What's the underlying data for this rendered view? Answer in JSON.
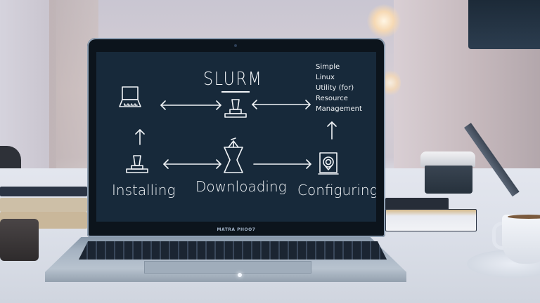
{
  "scene": {
    "description": "Laptop on a desk displaying a hand-drawn SLURM workflow diagram",
    "laptop_brand_label": "MATRA PHOO7"
  },
  "diagram": {
    "title": "SLURM",
    "acronym_expansion": [
      "Simple",
      "Linux",
      "Utility (for)",
      "Resource",
      "Management"
    ],
    "nodes": [
      {
        "id": "laptop",
        "icon": "laptop-icon",
        "label": ""
      },
      {
        "id": "server-top",
        "icon": "server-icon",
        "label": ""
      },
      {
        "id": "installing",
        "icon": "server-icon",
        "label": "Installing"
      },
      {
        "id": "downloading",
        "icon": "hourglass-antenna-icon",
        "label": "Downloading"
      },
      {
        "id": "configuring",
        "icon": "drive-icon",
        "label": "Configuring"
      }
    ],
    "arrows": [
      {
        "from": "laptop",
        "to": "server-top",
        "type": "bidirectional"
      },
      {
        "from": "server-top",
        "to": "acronym",
        "type": "bidirectional"
      },
      {
        "from": "installing",
        "to": "laptop",
        "type": "up"
      },
      {
        "from": "installing",
        "to": "downloading",
        "type": "bidirectional"
      },
      {
        "from": "downloading",
        "to": "configuring",
        "type": "right"
      },
      {
        "from": "configuring",
        "to": "acronym",
        "type": "up"
      }
    ]
  },
  "colors": {
    "screen_bg": "#17293a",
    "chalk": "#f1f4f7",
    "bezel": "#0c141c"
  }
}
